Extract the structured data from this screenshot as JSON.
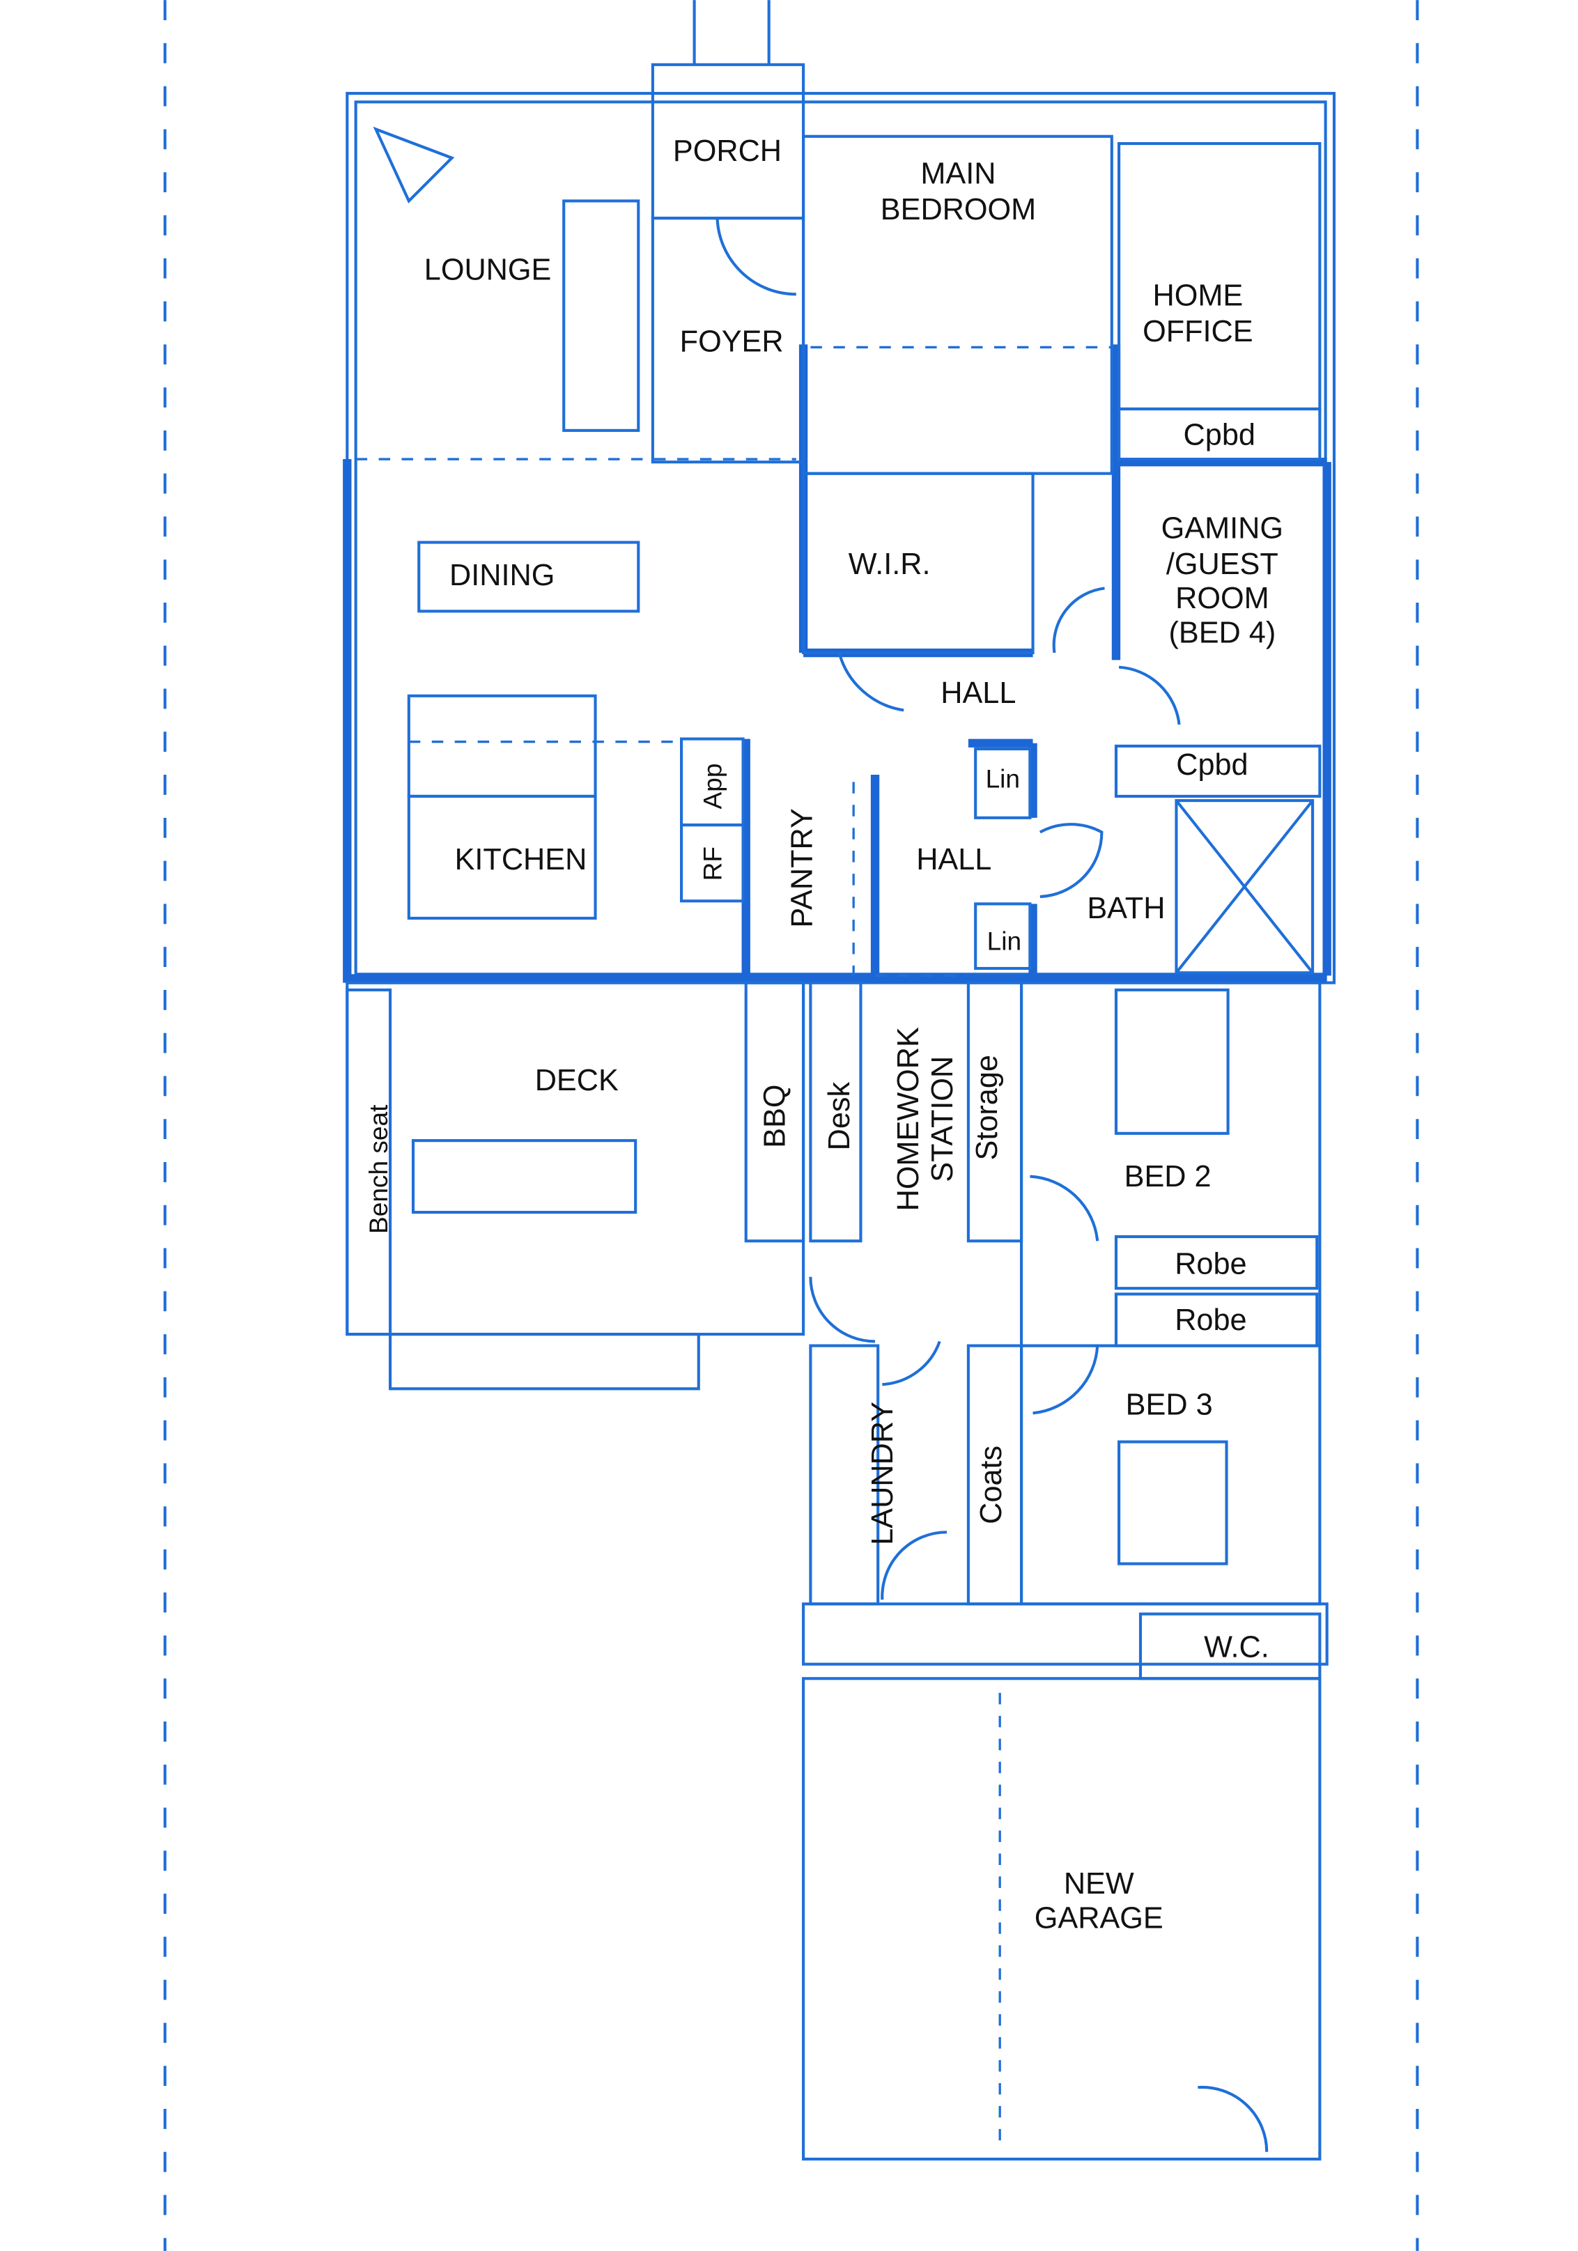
{
  "plan": {
    "colors": {
      "ink": "#1f6fd8",
      "text": "#111111"
    },
    "rooms": {
      "porch": "PORCH",
      "main_bedroom_1": "MAIN",
      "main_bedroom_2": "BEDROOM",
      "lounge": "LOUNGE",
      "foyer": "FOYER",
      "home_office_1": "HOME",
      "home_office_2": "OFFICE",
      "cpbd_top": "Cpbd",
      "dining": "DINING",
      "wir": "W.I.R.",
      "gaming_1": "GAMING",
      "gaming_2": "/GUEST",
      "gaming_3": "ROOM",
      "gaming_4": "(BED 4)",
      "hall_top": "HALL",
      "app": "App",
      "rf": "RF",
      "kitchen": "KITCHEN",
      "pantry": "PANTRY",
      "hall_mid": "HALL",
      "lin_top": "Lin",
      "lin_bottom": "Lin",
      "cpbd_bath": "Cpbd",
      "bath": "BATH",
      "deck": "DECK",
      "bench_seat": "Bench seat",
      "bbq": "BBQ",
      "desk": "Desk",
      "homework_1": "HOMEWORK",
      "homework_2": "STATION",
      "storage": "Storage",
      "bed2": "BED 2",
      "robe_1": "Robe",
      "robe_2": "Robe",
      "bed3": "BED 3",
      "laundry": "LAUNDRY",
      "coats": "Coats",
      "wc": "W.C.",
      "garage_1": "NEW",
      "garage_2": "GARAGE"
    }
  }
}
